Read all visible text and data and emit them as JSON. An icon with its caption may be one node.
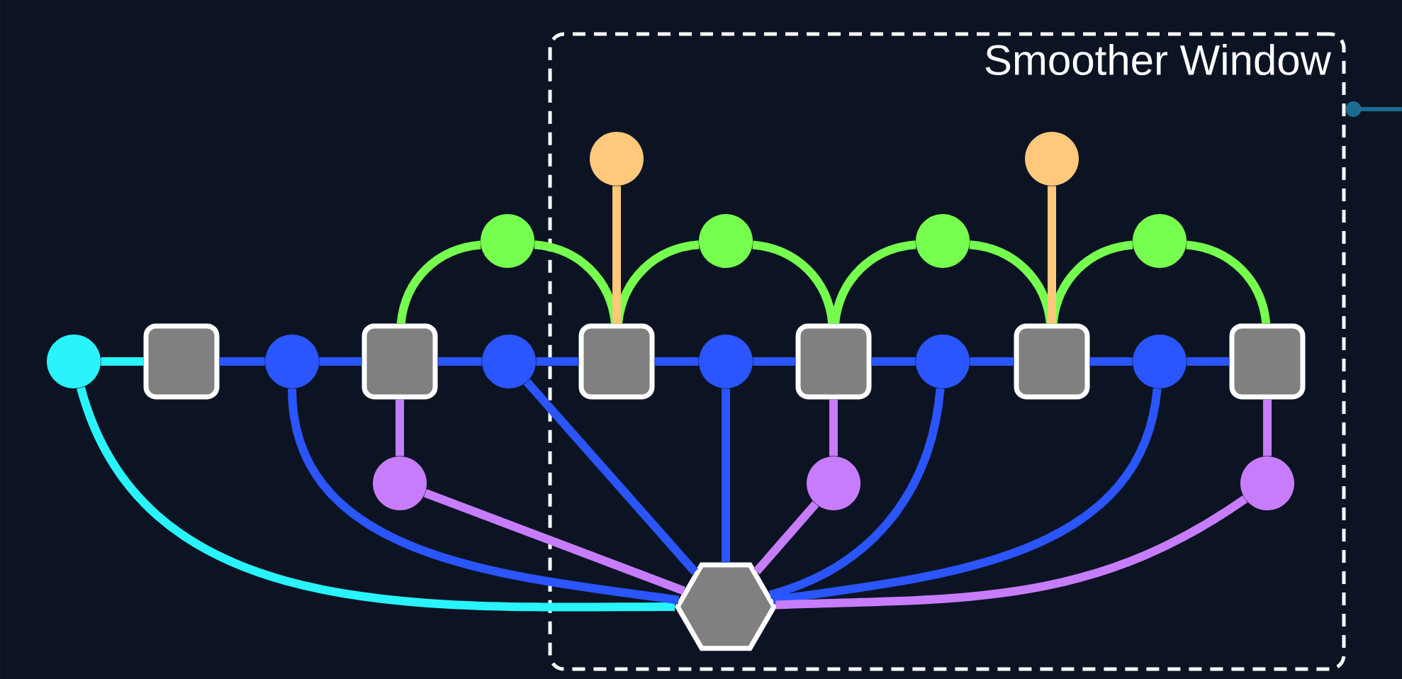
{
  "diagram": {
    "nodes": [
      {
        "text": [
          "Smoother Window"
        ]
      },
      {
        "text": [],
        "shape": "circle",
        "in": 0
      },
      {
        "text": [],
        "shape": "circle",
        "in": 0
      },
      {
        "text": [],
        "shape": "circle"
      },
      {
        "text": [],
        "shape": "circle",
        "in": 0
      },
      {
        "text": [],
        "shape": "circle",
        "in": 0
      },
      {
        "text": [],
        "shape": "circle",
        "in": 0
      },
      {
        "text": [],
        "shape": "circle"
      },
      {
        "text": [],
        "shape": "box"
      },
      {
        "text": [],
        "shape": "circle"
      },
      {
        "text": [],
        "shape": "box"
      },
      {
        "text": [],
        "shape": "circle"
      },
      {
        "text": [],
        "shape": "box",
        "in": 0
      },
      {
        "text": [],
        "shape": "circle",
        "in": 0
      },
      {
        "text": [],
        "shape": "box",
        "in": 0
      },
      {
        "text": [],
        "shape": "circle",
        "in": 0
      },
      {
        "text": [],
        "shape": "box",
        "in": 0
      },
      {
        "text": [],
        "shape": "circle",
        "in": 0
      },
      {
        "text": [],
        "shape": "box",
        "in": 0
      },
      {
        "text": [],
        "shape": "circle"
      },
      {
        "text": [],
        "shape": "circle",
        "in": 0
      },
      {
        "text": [],
        "shape": "circle",
        "in": 0
      },
      {
        "text": [],
        "shape": "hexagon",
        "in": 0
      }
    ],
    "edges": [
      {
        "from": 7,
        "to": 8,
        "arrow": "none",
        "color": "#29f4fb"
      },
      {
        "from": 8,
        "to": 9,
        "arrow": "none"
      },
      {
        "from": 9,
        "to": 10,
        "arrow": "none"
      },
      {
        "from": 10,
        "to": 11,
        "arrow": "none"
      },
      {
        "from": 11,
        "to": 12,
        "arrow": "none"
      },
      {
        "from": 12,
        "to": 13,
        "arrow": "none"
      },
      {
        "from": 13,
        "to": 14,
        "arrow": "none"
      },
      {
        "from": 14,
        "to": 15,
        "arrow": "none"
      },
      {
        "from": 15,
        "to": 16,
        "arrow": "none"
      },
      {
        "from": 16,
        "to": 17,
        "arrow": "none"
      },
      {
        "from": 17,
        "to": 18,
        "arrow": "none"
      },
      {
        "from": 10,
        "to": 3,
        "arrow": "none",
        "color": "#77ff4f"
      },
      {
        "from": 3,
        "to": 12,
        "arrow": "none",
        "color": "#77ff4f"
      },
      {
        "from": 12,
        "to": 4,
        "arrow": "none",
        "color": "#77ff4f"
      },
      {
        "from": 4,
        "to": 14,
        "arrow": "none",
        "color": "#77ff4f"
      },
      {
        "from": 14,
        "to": 5,
        "arrow": "none",
        "color": "#77ff4f"
      },
      {
        "from": 5,
        "to": 16,
        "arrow": "none",
        "color": "#77ff4f"
      },
      {
        "from": 16,
        "to": 6,
        "arrow": "none",
        "color": "#77ff4f"
      },
      {
        "from": 6,
        "to": 18,
        "arrow": "none",
        "color": "#77ff4f"
      },
      {
        "from": 1,
        "to": 12,
        "arrow": "none",
        "color": "#ffc87a"
      },
      {
        "from": 2,
        "to": 16,
        "arrow": "none",
        "color": "#ffc87a"
      },
      {
        "from": 10,
        "to": 19,
        "arrow": "none",
        "color": "#c77dfb"
      },
      {
        "from": 14,
        "to": 20,
        "arrow": "none",
        "color": "#c77dfb"
      },
      {
        "from": 18,
        "to": 21,
        "arrow": "none",
        "color": "#c77dfb"
      },
      {
        "from": 7,
        "to": 22,
        "arrow": "none",
        "color": "#29f4fb"
      },
      {
        "from": 9,
        "to": 22,
        "arrow": "none"
      },
      {
        "from": 11,
        "to": 22,
        "arrow": "none"
      },
      {
        "from": 13,
        "to": 22,
        "arrow": "none"
      },
      {
        "from": 15,
        "to": 22,
        "arrow": "none"
      },
      {
        "from": 17,
        "to": 22,
        "arrow": "none"
      },
      {
        "from": 19,
        "to": 22,
        "arrow": "none",
        "color": "#c77dfb"
      },
      {
        "from": 20,
        "to": 22,
        "arrow": "none",
        "color": "#c77dfb"
      },
      {
        "from": 21,
        "to": 22,
        "arrow": "none",
        "color": "#c77dfb"
      },
      {
        "from": 0,
        "to": null,
        "arrow": "other",
        "color": "#1b6b8f"
      }
    ]
  }
}
